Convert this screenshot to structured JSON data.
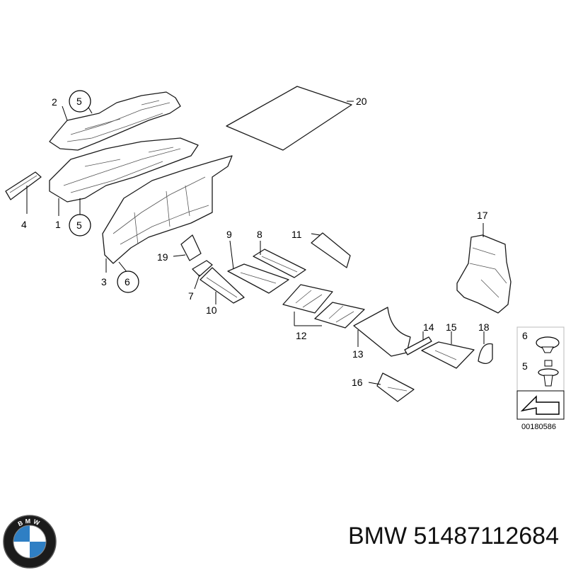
{
  "diagram": {
    "callouts": {
      "c1": "1",
      "c2": "2",
      "c3": "3",
      "c4": "4",
      "c5a": "5",
      "c5b": "5",
      "c6": "6",
      "c7": "7",
      "c8": "8",
      "c9": "9",
      "c10": "10",
      "c11": "11",
      "c12": "12",
      "c13": "13",
      "c14": "14",
      "c15": "15",
      "c16": "16",
      "c17": "17",
      "c18": "18",
      "c19": "19",
      "c20": "20"
    },
    "legend": {
      "l6": "6",
      "l5": "5"
    },
    "diagram_code": "00180586"
  },
  "logo": {
    "text": "BMW"
  },
  "footer": {
    "brand": "BMW",
    "part_number": "51487112684"
  }
}
